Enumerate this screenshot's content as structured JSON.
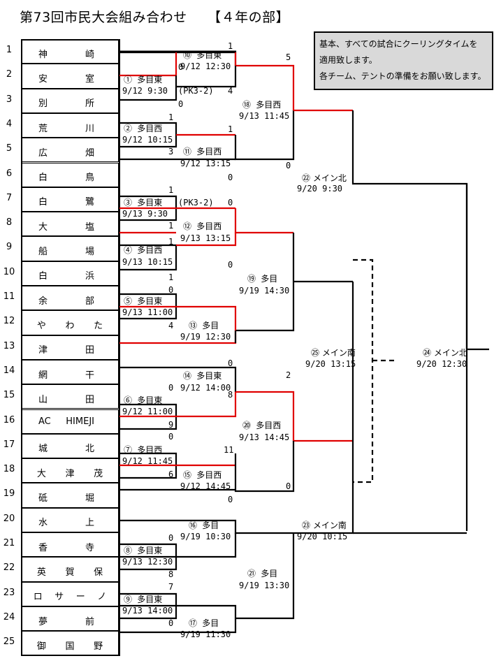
{
  "title": "第73回市民大会組み合わせ　　【４年の部】",
  "note": {
    "line1": "基本、すべての試合にクーリングタイムを",
    "line2": "適用致します。",
    "line3": "各チーム、テントの準備をお願い致します。"
  },
  "teams": [
    {
      "no": "1",
      "name": [
        "神",
        "崎"
      ]
    },
    {
      "no": "2",
      "name": [
        "安",
        "室"
      ]
    },
    {
      "no": "3",
      "name": [
        "別",
        "所"
      ]
    },
    {
      "no": "4",
      "name": [
        "荒",
        "川"
      ]
    },
    {
      "no": "5",
      "name": [
        "広",
        "畑"
      ]
    },
    {
      "no": "6",
      "name": [
        "白",
        "鳥"
      ]
    },
    {
      "no": "7",
      "name": [
        "白",
        "鷺"
      ]
    },
    {
      "no": "8",
      "name": [
        "大",
        "塩"
      ]
    },
    {
      "no": "9",
      "name": [
        "船",
        "場"
      ]
    },
    {
      "no": "10",
      "name": [
        "白",
        "浜"
      ]
    },
    {
      "no": "11",
      "name": [
        "余",
        "部"
      ]
    },
    {
      "no": "12",
      "name": [
        "や",
        "わ",
        "た"
      ]
    },
    {
      "no": "13",
      "name": [
        "津",
        "田"
      ]
    },
    {
      "no": "14",
      "name": [
        "網",
        "干"
      ]
    },
    {
      "no": "15",
      "name": [
        "山",
        "田"
      ]
    },
    {
      "no": "16",
      "name": [
        "AC",
        "HIMEJI"
      ]
    },
    {
      "no": "17",
      "name": [
        "城",
        "北"
      ]
    },
    {
      "no": "18",
      "name": [
        "大",
        "津",
        "茂"
      ]
    },
    {
      "no": "19",
      "name": [
        "砥",
        "堀"
      ]
    },
    {
      "no": "20",
      "name": [
        "水",
        "上"
      ]
    },
    {
      "no": "21",
      "name": [
        "香",
        "寺"
      ]
    },
    {
      "no": "22",
      "name": [
        "英",
        "賀",
        "保"
      ]
    },
    {
      "no": "23",
      "name": [
        "ロ",
        "サ",
        "ー",
        "ノ"
      ]
    },
    {
      "no": "24",
      "name": [
        "夢",
        "前"
      ]
    },
    {
      "no": "25",
      "name": [
        "御",
        "国",
        "野"
      ]
    }
  ],
  "labels": {
    "m10": "⑩ 多目東",
    "m10d": "9/12 12:30",
    "s10a": "1",
    "s10b": "0",
    "m1": "① 多目東",
    "m1d": "9/12 9:30",
    "pk1": "(PK3-2)",
    "s1b": "4",
    "s1a": "0",
    "m2": "② 多目西",
    "m2d": "9/12 10:15",
    "s2a": "1",
    "s2b": "3",
    "m11": "⑪ 多目西",
    "m11d": "9/12 13:15",
    "s11a": "1",
    "s11b": "0",
    "m18": "⑱ 多目西",
    "m18d": "9/13 11:45",
    "s18a": "5",
    "s18b": "0",
    "m22": "㉒ メイン北",
    "m22d": "9/20 9:30",
    "m3": "③ 多目東",
    "m3d": "9/13 9:30",
    "pk3": "(PK3-2)",
    "s3a": "1",
    "s3b": "0",
    "m12": "⑫ 多目西",
    "m12d": "9/13 13:15",
    "s12a": "1",
    "s12b": "1",
    "m4": "④ 多目西",
    "m4d": "9/13 10:15",
    "s4a": "1",
    "s4b": "0",
    "m19": "⑲ 多目",
    "m19d": "9/19 14:30",
    "s19b": "1",
    "m5": "⑤ 多目東",
    "m5d": "9/13 11:00",
    "s5a": "0",
    "s5b": "4",
    "m13": "⑬ 多目",
    "m13d": "9/19 12:30",
    "m25": "㉕ メイン南",
    "m25d": "9/20 13:15",
    "m24": "㉔ メイン北",
    "m24d": "9/20 12:30",
    "m14": "⑭ 多目東",
    "m14d": "9/12 14:00",
    "s14a": "0",
    "s14b": "0",
    "m6": "⑥ 多目東",
    "m6d": "9/12 11:00",
    "s6a": "9",
    "s6b": "8",
    "m20": "⑳ 多目西",
    "m20d": "9/13 14:45",
    "s20a": "2",
    "s20b": "0",
    "m7": "⑦ 多目西",
    "m7d": "9/12 11:45",
    "s7a": "0",
    "s7b": "6",
    "m15": "⑮ 多目西",
    "m15d": "9/12 14:45",
    "s15a": "11",
    "s15b": "0",
    "m16": "⑯ 多目",
    "m16d": "9/19 10:30",
    "s16a": "0",
    "m23": "㉓ メイン南",
    "m23d": "9/20 10:15",
    "m8": "⑧ 多目東",
    "m8d": "9/13 12:30",
    "s8b": "8",
    "m21": "㉑ 多目",
    "m21d": "9/19 13:30",
    "m9": "⑨ 多目東",
    "m9d": "9/13 14:00",
    "s9a": "7",
    "s9b": "0",
    "m17": "⑰ 多目",
    "m17d": "9/19 11:30"
  },
  "colors": {
    "win": "#e00000",
    "line": "#000000",
    "note_bg": "#d9d9d9"
  }
}
